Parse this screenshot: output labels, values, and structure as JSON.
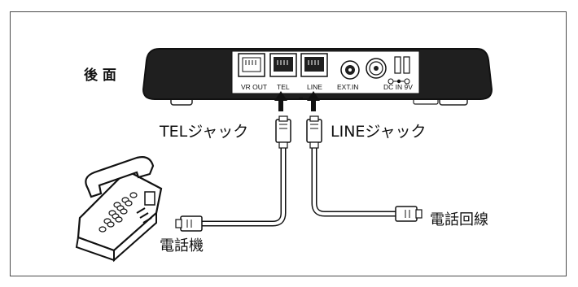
{
  "labels": {
    "rear_panel": "後 面",
    "tel_jack": "TELジャック",
    "line_jack": "LINEジャック",
    "telephone": "電話機",
    "phone_line": "電話回線"
  },
  "ports": {
    "vr_out": "VR OUT",
    "tel": "TEL",
    "line": "LINE",
    "ext_in": "EXT.IN",
    "dc_in": "DC IN 9V"
  }
}
